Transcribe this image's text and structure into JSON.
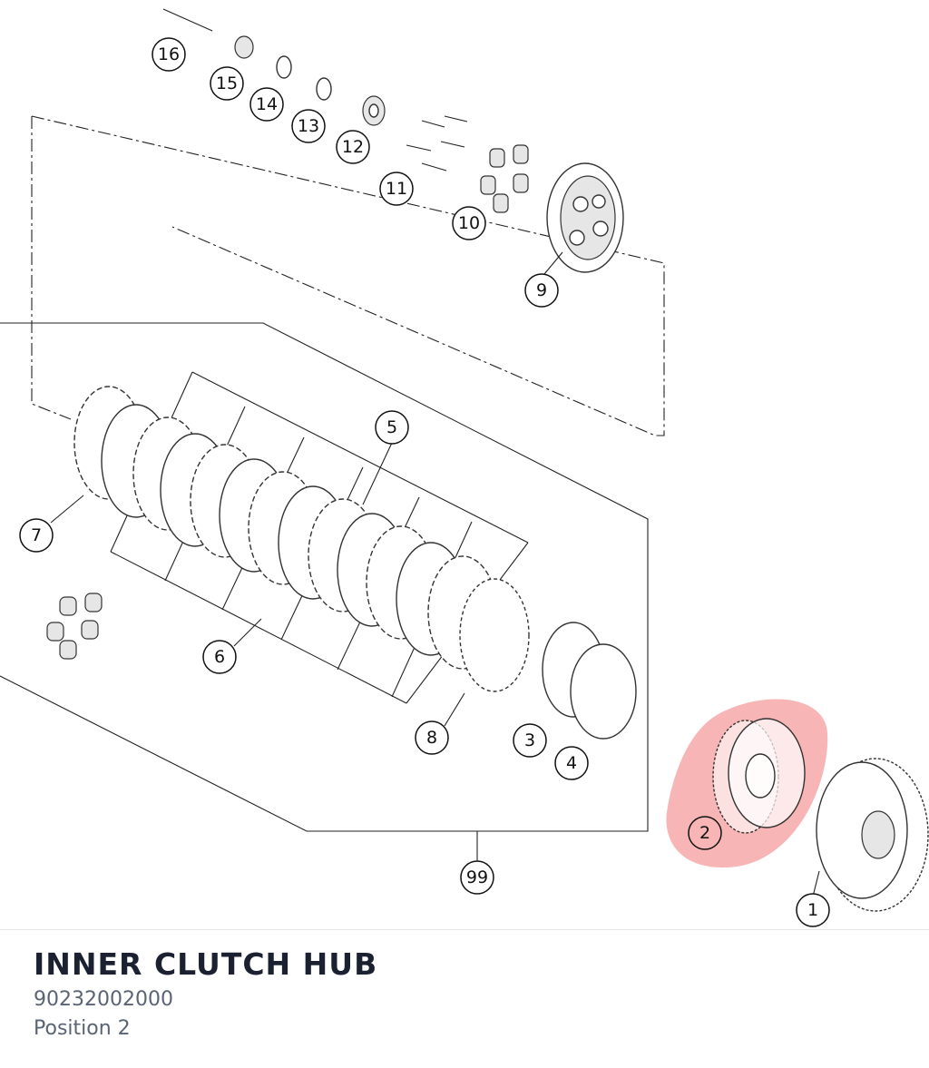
{
  "part": {
    "title": "INNER CLUTCH HUB",
    "number": "90232002000",
    "position": "Position 2"
  },
  "callouts": [
    "16",
    "15",
    "14",
    "13",
    "12",
    "11",
    "10",
    "9",
    "7",
    "5",
    "6",
    "8",
    "3",
    "4",
    "2",
    "99",
    "1"
  ],
  "colors": {
    "highlight": "#f07878",
    "text_dark": "#1b2130",
    "text_muted": "#5a6474"
  }
}
